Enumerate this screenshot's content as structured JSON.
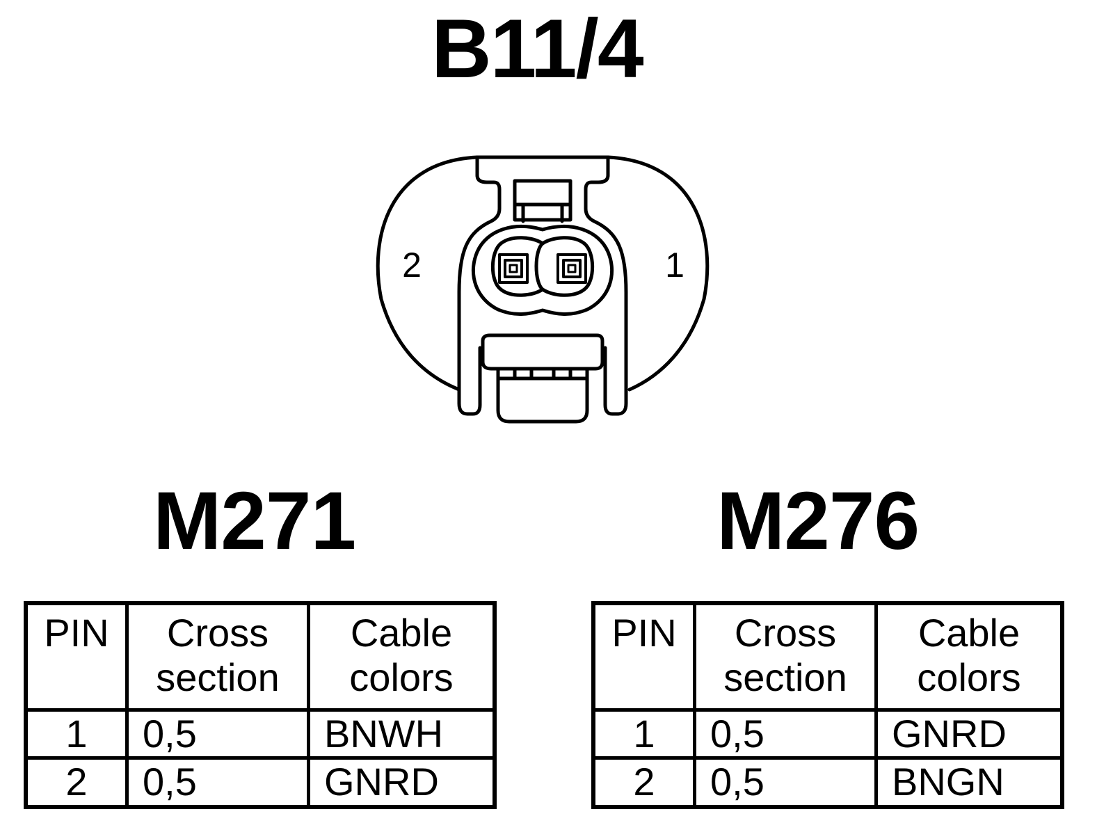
{
  "connector": {
    "title": "B11/4",
    "pin_labels": {
      "left": "2",
      "right": "1"
    }
  },
  "tables": [
    {
      "engine": "M271",
      "headers": {
        "pin": "PIN",
        "cross_section": [
          "Cross",
          "section"
        ],
        "cable_colors": [
          "Cable",
          "colors"
        ]
      },
      "rows": [
        {
          "pin": "1",
          "cross_section": "0,5",
          "cable_color": "BNWH"
        },
        {
          "pin": "2",
          "cross_section": "0,5",
          "cable_color": "GNRD"
        }
      ]
    },
    {
      "engine": "M276",
      "headers": {
        "pin": "PIN",
        "cross_section": [
          "Cross",
          "section"
        ],
        "cable_colors": [
          "Cable",
          "colors"
        ]
      },
      "rows": [
        {
          "pin": "1",
          "cross_section": "0,5",
          "cable_color": "GNRD"
        },
        {
          "pin": "2",
          "cross_section": "0,5",
          "cable_color": "BNGN"
        }
      ]
    }
  ]
}
